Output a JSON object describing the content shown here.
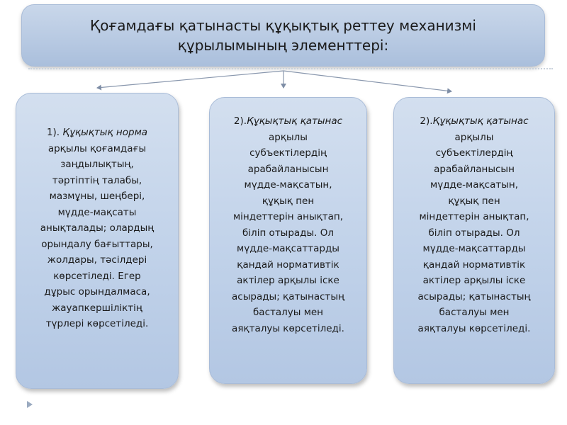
{
  "title": {
    "line1": "Қоғамдағы қатынасты құқықтық реттеу механизмі",
    "line2": "құрылымының элементтері:"
  },
  "cards": [
    {
      "prefix": "1). ",
      "term": "Құқықтық норма",
      "lines": [
        "арқылы қоғамдағы",
        "заңдылықтың,",
        "тәртіптің талабы,",
        "мазмұны, шеңбері,",
        "мүдде-мақсаты",
        "анықталады; олардың",
        "орындалу бағыттары,",
        "жолдары, тәсілдері",
        "көрсетіледі. Егер",
        "дұрыс орындалмаса,",
        "жауапкершіліктің",
        "түрлері көрсетіледі."
      ]
    },
    {
      "prefix": "2).",
      "term": "Құқықтық қатынас",
      "lines": [
        "арқылы",
        "субъектілердің",
        "арабайланысын",
        "мүдде-мақсатын,",
        "құқық пен",
        "міндеттерін анықтап,",
        "біліп отырады. Ол",
        "мүдде-мақсаттарды",
        "қандай нормативтік",
        "актілер арқылы іске",
        "асырады; қатынастың",
        "басталуы мен",
        "аяқталуы көрсетіледі."
      ]
    },
    {
      "prefix": "2).",
      "term": "Құқықтық қатынас",
      "lines": [
        "арқылы",
        "субъектілердің",
        "арабайланысын",
        "мүдде-мақсатын,",
        "құқық пен",
        "міндеттерін анықтап,",
        "біліп отырады. Ол",
        "мүдде-мақсаттарды",
        "қандай нормативтік",
        "актілер арқылы іске",
        "асырады; қатынастың",
        "басталуы мен",
        "аяқталуы көрсетіледі."
      ]
    }
  ]
}
